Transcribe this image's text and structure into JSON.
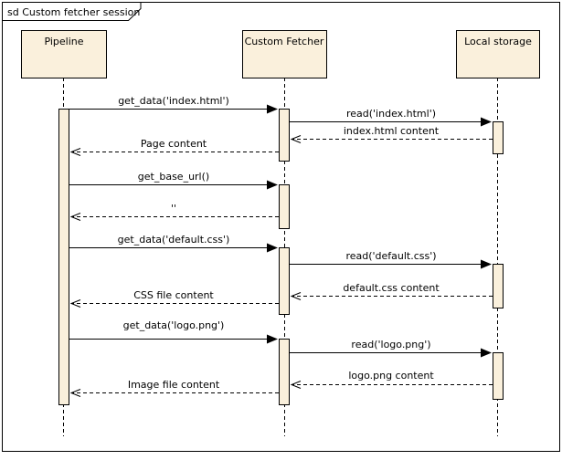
{
  "diagram": {
    "title": "sd Custom fetcher session"
  },
  "participants": [
    {
      "name": "Pipeline"
    },
    {
      "name": "Custom Fetcher"
    },
    {
      "name": "Local storage"
    }
  ],
  "messages": [
    {
      "label": "get_data('index.html')",
      "from": "Pipeline",
      "to": "Custom Fetcher",
      "kind": "call"
    },
    {
      "label": "read('index.html')",
      "from": "Custom Fetcher",
      "to": "Local storage",
      "kind": "call"
    },
    {
      "label": "index.html content",
      "from": "Local storage",
      "to": "Custom Fetcher",
      "kind": "return"
    },
    {
      "label": "Page content",
      "from": "Custom Fetcher",
      "to": "Pipeline",
      "kind": "return"
    },
    {
      "label": "get_base_url()",
      "from": "Pipeline",
      "to": "Custom Fetcher",
      "kind": "call"
    },
    {
      "label": "''",
      "from": "Custom Fetcher",
      "to": "Pipeline",
      "kind": "return"
    },
    {
      "label": "get_data('default.css')",
      "from": "Pipeline",
      "to": "Custom Fetcher",
      "kind": "call"
    },
    {
      "label": "read('default.css')",
      "from": "Custom Fetcher",
      "to": "Local storage",
      "kind": "call"
    },
    {
      "label": "default.css content",
      "from": "Local storage",
      "to": "Custom Fetcher",
      "kind": "return"
    },
    {
      "label": "CSS file content",
      "from": "Custom Fetcher",
      "to": "Pipeline",
      "kind": "return"
    },
    {
      "label": "get_data('logo.png')",
      "from": "Pipeline",
      "to": "Custom Fetcher",
      "kind": "call"
    },
    {
      "label": "read('logo.png')",
      "from": "Custom Fetcher",
      "to": "Local storage",
      "kind": "call"
    },
    {
      "label": "logo.png content",
      "from": "Local storage",
      "to": "Custom Fetcher",
      "kind": "return"
    },
    {
      "label": "Image file content",
      "from": "Custom Fetcher",
      "to": "Pipeline",
      "kind": "return"
    }
  ],
  "colors": {
    "participant_fill": "#FAF0DC",
    "activation_fill": "#FAF0DC",
    "stroke": "#000000",
    "background": "#FFFFFF"
  }
}
